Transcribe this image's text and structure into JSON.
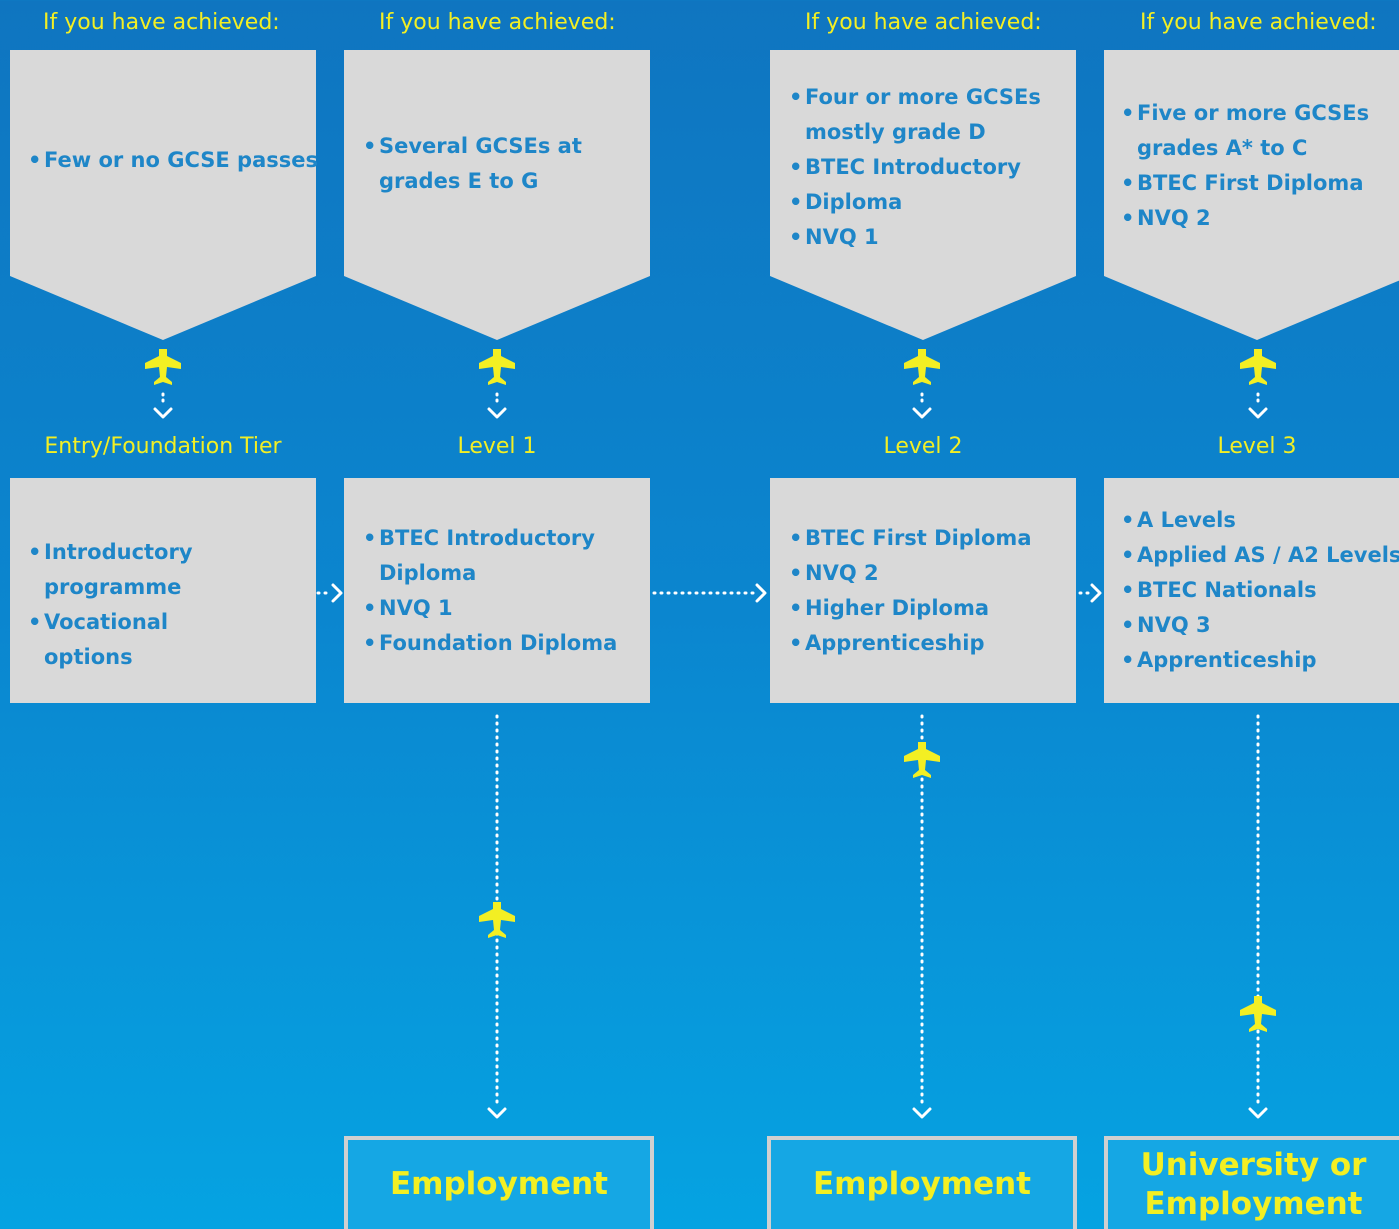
{
  "columns": [
    {
      "heading": "If you have achieved:",
      "achievements": [
        "Few or no GCSE passes"
      ],
      "tier": "Entry/Foundation Tier",
      "qualifications": [
        "Introductory programme",
        "Vocational options"
      ]
    },
    {
      "heading": "If you have achieved:",
      "achievements": [
        "Several GCSEs at grades E to G"
      ],
      "tier": "Level 1",
      "qualifications": [
        "BTEC Introductory Diploma",
        "NVQ 1",
        "Foundation Diploma"
      ],
      "outcome": "Employment"
    },
    {
      "heading": "If you have achieved:",
      "achievements": [
        "Four or more GCSEs mostly grade D",
        "BTEC Introductory",
        "Diploma",
        "NVQ 1"
      ],
      "tier": "Level 2",
      "qualifications": [
        "BTEC First Diploma",
        "NVQ 2",
        "Higher Diploma",
        "Apprenticeship"
      ],
      "outcome": "Employment"
    },
    {
      "heading": "If you have achieved:",
      "achievements": [
        "Five or more GCSEs grades A* to C",
        "BTEC First Diploma",
        "NVQ 2"
      ],
      "tier": "Level 3",
      "qualifications": [
        "A Levels",
        "Applied AS / A2 Levels",
        "BTEC Nationals",
        "NVQ 3",
        "Apprenticeship"
      ],
      "outcome": "University or Employment"
    }
  ],
  "colors": {
    "accent_yellow": "#f3ef23",
    "box_gray": "#d9d9d9",
    "bullet_text": "#1e86c8"
  },
  "icons": [
    "plane-icon",
    "chevron-down-icon",
    "chevron-right-icon"
  ]
}
